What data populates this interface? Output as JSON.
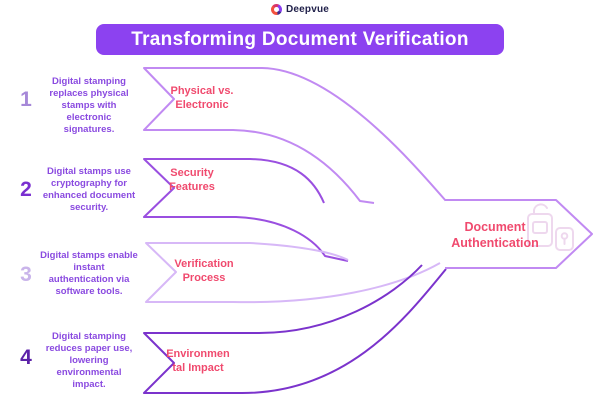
{
  "brand": {
    "name": "Deepvue",
    "logo_icon": "deepvue-ring-icon"
  },
  "title": "Transforming Document Verification",
  "steps": [
    {
      "number": "1",
      "description": "Digital stamping replaces physical stamps with electronic signatures.",
      "label": "Physical vs.\nElectronic",
      "number_color": "#a688d8",
      "outline_color": "#c18af2"
    },
    {
      "number": "2",
      "description": "Digital stamps use cryptography for enhanced document security.",
      "label": "Security\nFeatures",
      "number_color": "#7a2fd0",
      "outline_color": "#9a4fe0"
    },
    {
      "number": "3",
      "description": "Digital stamps enable instant authentication via software tools.",
      "label": "Verification\nProcess",
      "number_color": "#c9b4ea",
      "outline_color": "#d7b8f7"
    },
    {
      "number": "4",
      "description": "Digital stamping reduces paper use, lowering environmental impact.",
      "label": "Environmen\ntal Impact",
      "number_color": "#5c22a8",
      "outline_color": "#7b33cc"
    }
  ],
  "result": {
    "label": "Document\nAuthentication",
    "icon": "document-lock-icon"
  },
  "colors": {
    "background": "#ffffff",
    "title_bg": "#8c42f0",
    "title_text": "#ffffff",
    "label_text": "#f04a6e",
    "description_text": "#8a4ae0",
    "arrow_outline": "#c18af2",
    "lock_icon": "#eed8ee",
    "logo_text": "#20204a"
  }
}
